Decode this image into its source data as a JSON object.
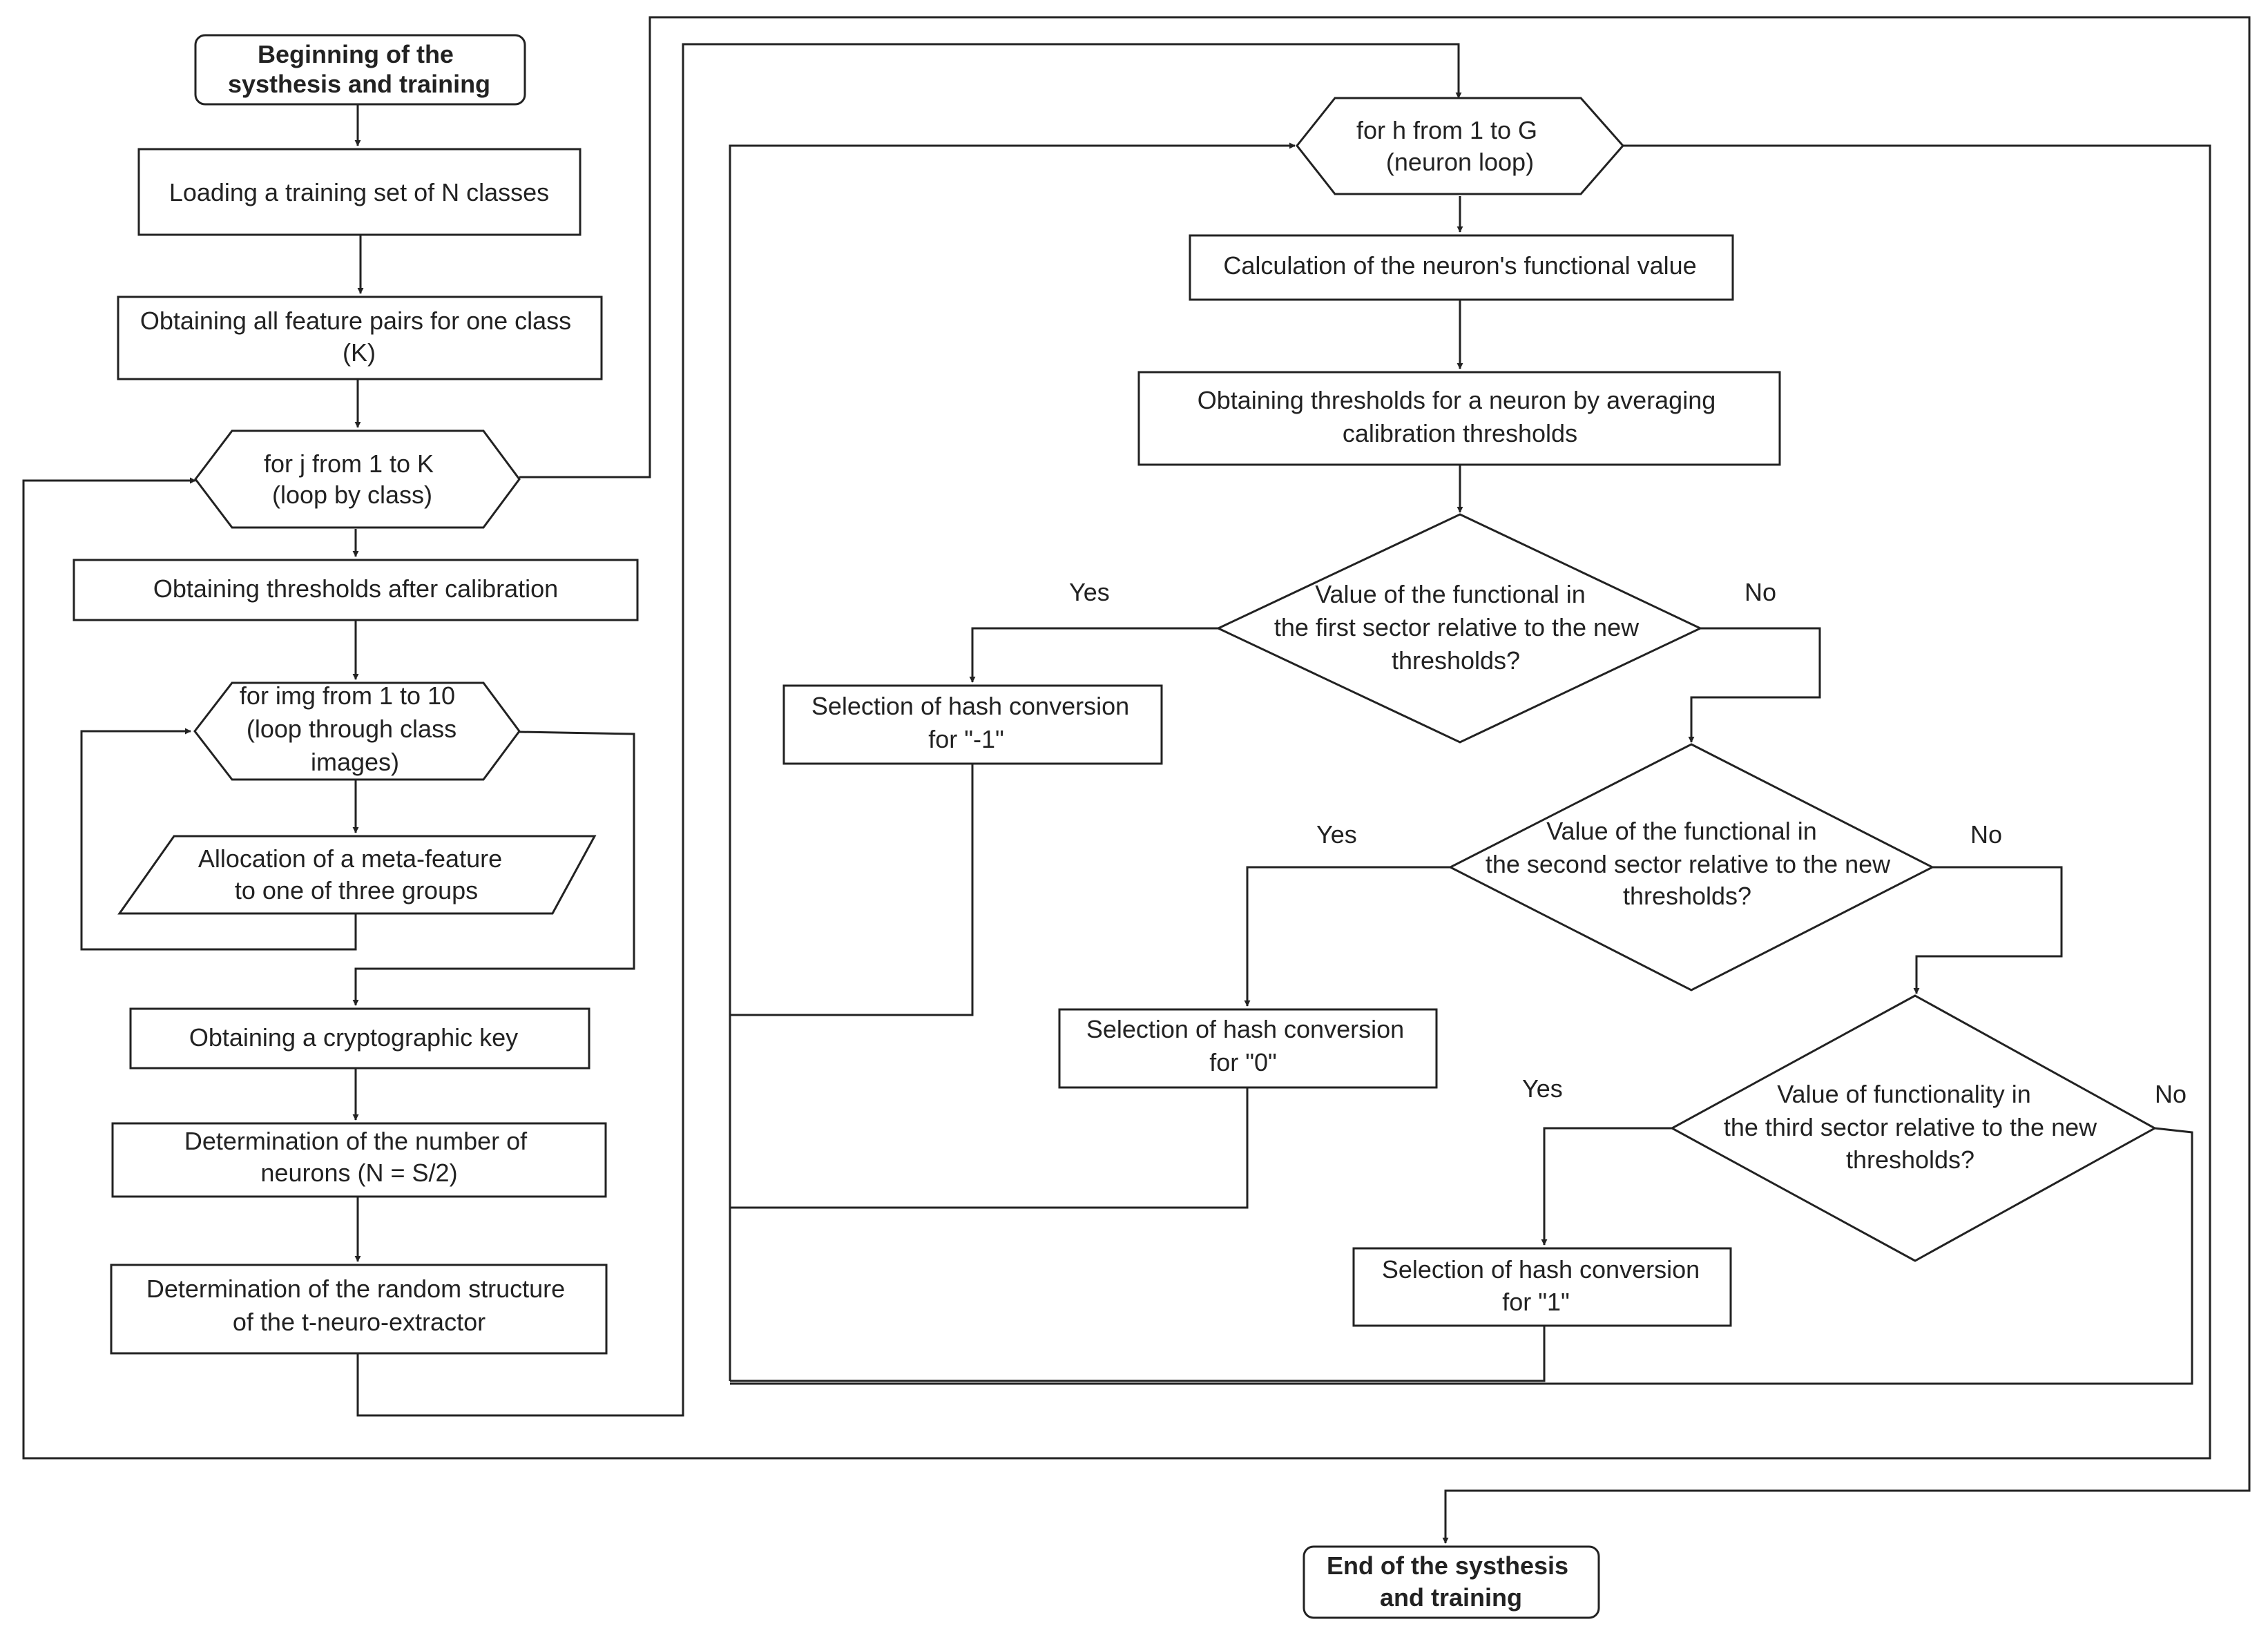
{
  "nodes": {
    "start": [
      "Beginning of the",
      "systhesis and training"
    ],
    "load": [
      "Loading a training set of N classes"
    ],
    "pairs": [
      "Obtaining all feature pairs for one class",
      "(K)"
    ],
    "loop_j": [
      "for j from 1 to K",
      "(loop by class)"
    ],
    "calib": [
      "Obtaining thresholds after calibration"
    ],
    "loop_img": [
      "for img from 1 to 10",
      "(loop through class",
      "images)"
    ],
    "alloc": [
      "Allocation of a meta-feature",
      "to one of three groups"
    ],
    "key": [
      "Obtaining a cryptographic key"
    ],
    "neurons": [
      "Determination of the number of",
      "neurons (N = S/2)"
    ],
    "struct": [
      "Determination of the random structure",
      "of the t-neuro-extractor"
    ],
    "loop_h": [
      "for h from 1 to G",
      "(neuron loop)"
    ],
    "func": [
      "Calculation of the neuron's functional value"
    ],
    "avg": [
      "Obtaining thresholds for a neuron by averaging",
      "calibration thresholds"
    ],
    "d1": [
      "Value of the functional in",
      "the first sector relative to the new",
      "thresholds?"
    ],
    "h1": [
      "Selection of hash conversion",
      "for \"-1\""
    ],
    "d2": [
      "Value of the functional in",
      "the second sector relative to the new",
      "thresholds?"
    ],
    "h0": [
      "Selection of hash conversion",
      "for \"0\""
    ],
    "d3": [
      "Value of functionality in",
      "the third sector relative to the new",
      "thresholds?"
    ],
    "hp1": [
      "Selection of hash conversion",
      "for \"1\""
    ],
    "end": [
      "End of the systhesis",
      "and training"
    ]
  },
  "branch_labels": {
    "d1_yes": "Yes",
    "d1_no": "No",
    "d2_yes": "Yes",
    "d2_no": "No",
    "d3_yes": "Yes",
    "d3_no": "No"
  },
  "colors": {
    "stroke": "#222222",
    "fill": "#ffffff",
    "text": "#222222"
  }
}
